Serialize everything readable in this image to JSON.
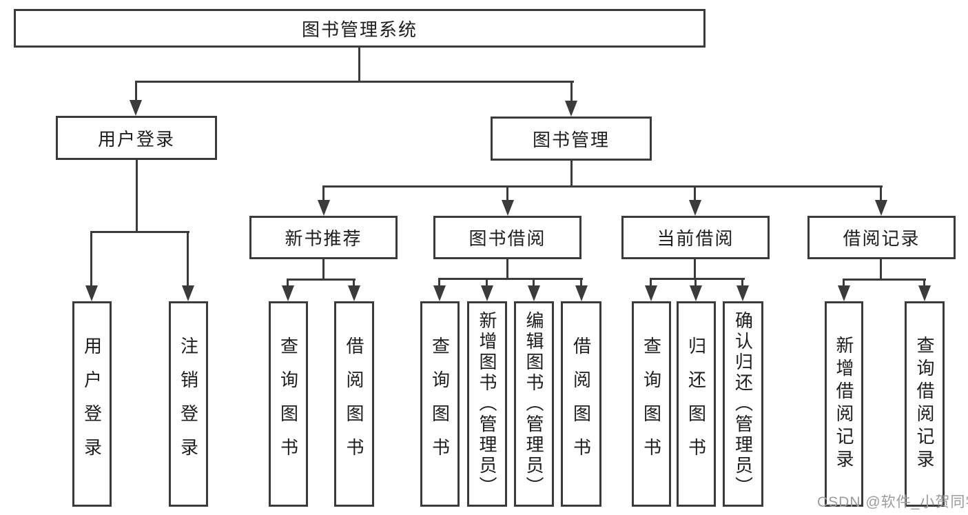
{
  "diagram": {
    "root": "图书管理系统",
    "level2": {
      "user_login": "用户登录",
      "book_mgmt": "图书管理"
    },
    "level3": {
      "new_book": "新书推荐",
      "book_borrow": "图书借阅",
      "current_borrow": "当前借阅",
      "borrow_record": "借阅记录"
    },
    "leaves": {
      "login": "用户登录",
      "logout": "注销登录",
      "nb_query": "查询图书",
      "nb_borrow": "借阅图书",
      "bb_query": "查询图书",
      "bb_add": "新增图书（管理员）",
      "bb_edit": "编辑图书（管理员）",
      "bb_borrow": "借阅图书",
      "cb_query": "查询图书",
      "cb_return": "归还图书",
      "cb_confirm": "确认归还（管理员）",
      "br_add": "新增借阅记录",
      "br_query": "查询借阅记录"
    },
    "watermark": "CSDN @软件_小贺同学",
    "colors": {
      "line": "#3b3b3b",
      "text": "#1d1d1f",
      "watermark": "#9c9c9c",
      "background": "#ffffff"
    }
  }
}
